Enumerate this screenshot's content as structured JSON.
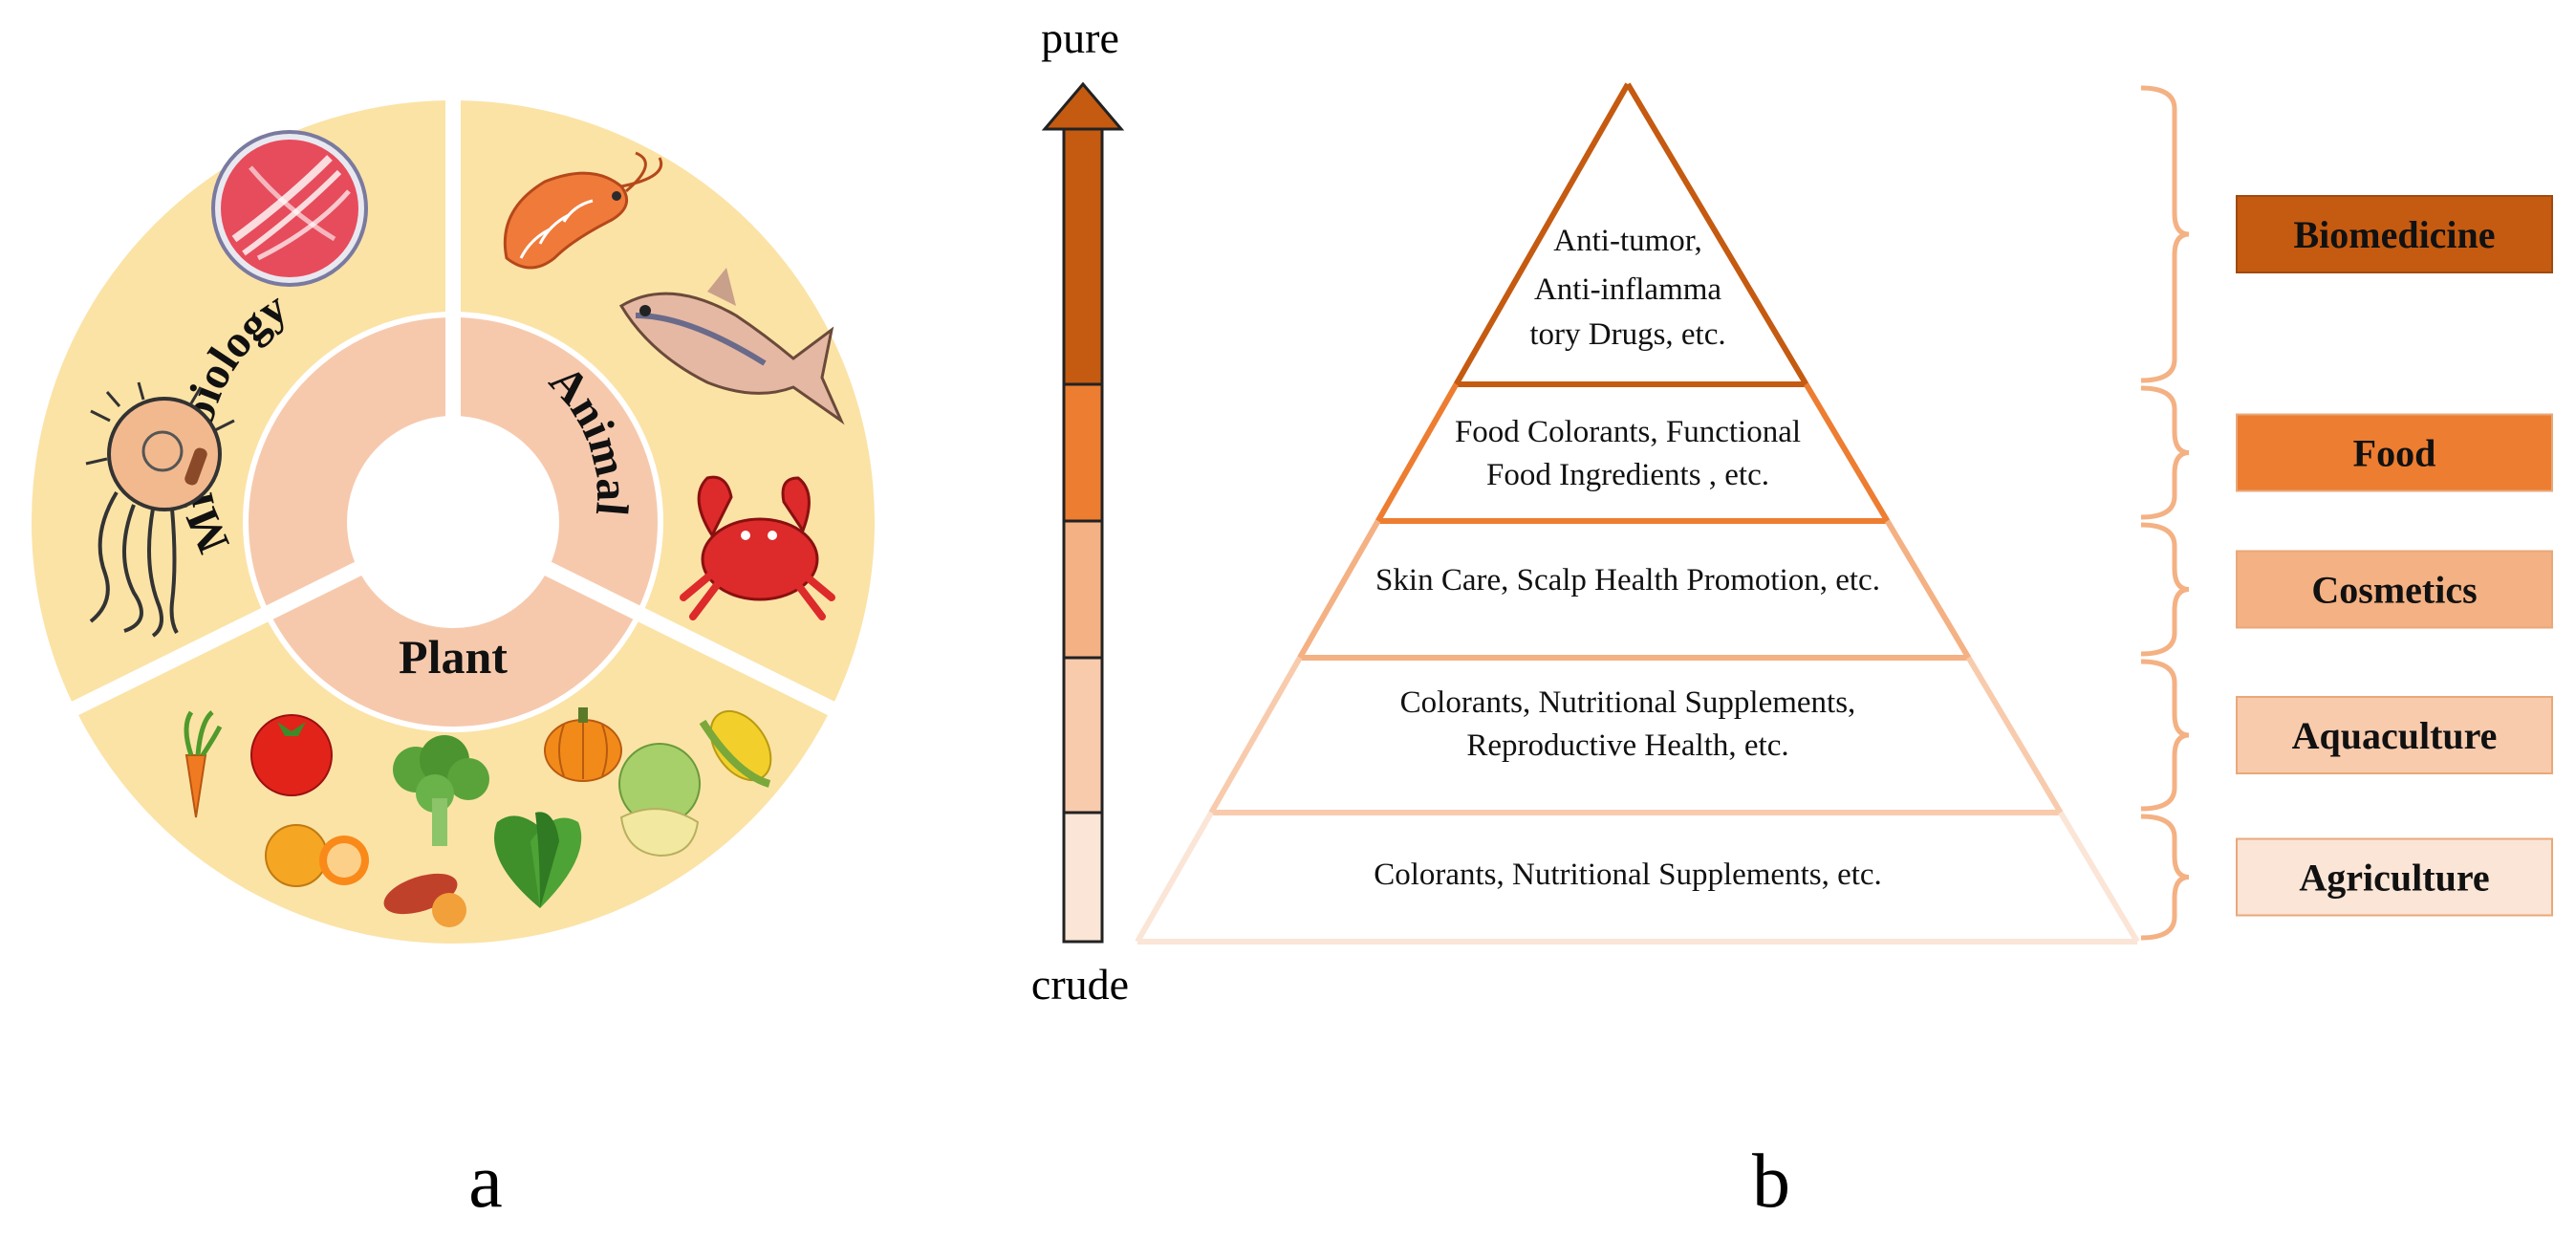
{
  "panels": {
    "a": {
      "letter": "a",
      "sources": [
        {
          "label": "Microbiology"
        },
        {
          "label": "Animal"
        },
        {
          "label": "Plant"
        }
      ],
      "icons": {
        "microbiology": [
          "petri-dish-icon",
          "bacterium-icon"
        ],
        "animal": [
          "shrimp-icon",
          "fish-icon",
          "crab-icon"
        ],
        "plant": [
          "carrot-icon",
          "tomato-icon",
          "broccoli-icon",
          "pumpkin-icon",
          "corn-icon",
          "orange-icon",
          "sweet-potato-icon",
          "spinach-icon",
          "melon-icon"
        ]
      },
      "colors": {
        "outer_ring": "#fbe3a6",
        "inner_ring": "#f6c9ad"
      }
    },
    "b": {
      "letter": "b",
      "scale": {
        "top": "pure",
        "bottom": "crude"
      },
      "tiers": [
        {
          "lines": [
            "Anti-tumor,",
            "Anti-inflamma",
            "tory Drugs, etc."
          ],
          "application": "Biomedicine",
          "color": "#c55a11"
        },
        {
          "lines": [
            "Food Colorants, Functional",
            "Food Ingredients , etc."
          ],
          "application": "Food",
          "color": "#ed7d31"
        },
        {
          "lines": [
            "Skin Care, Scalp Health Promotion, etc."
          ],
          "application": "Cosmetics",
          "color": "#f4b183"
        },
        {
          "lines": [
            "Colorants, Nutritional Supplements,",
            "Reproductive Health, etc."
          ],
          "application": "Aquaculture",
          "color": "#f8cbad"
        },
        {
          "lines": [
            "Colorants, Nutritional Supplements, etc."
          ],
          "application": "Agriculture",
          "color": "#fbe5d6"
        }
      ]
    }
  }
}
